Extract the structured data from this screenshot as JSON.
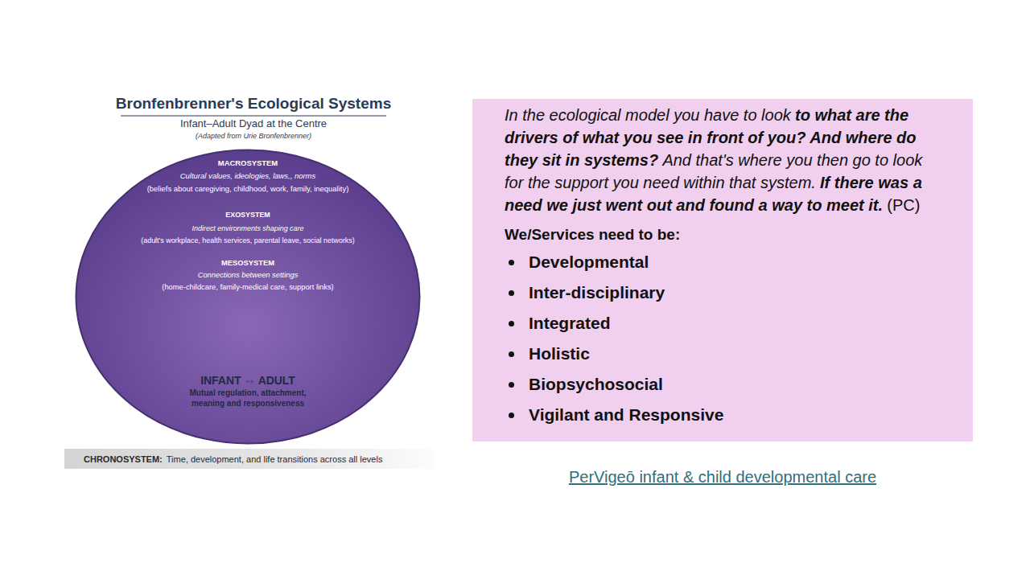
{
  "diagram": {
    "title": "Bronfenbrenner's Ecological Systems",
    "nodes": [
      {
        "text": [
          "MACROSYSTEM",
          "Cultural values, ideologies, laws,, norms",
          "(beliefs about caregiving, childhood, work, family, inequality)"
        ]
      },
      {
        "text": [
          "EXOSYSTEM",
          "Indirect environments shaping care",
          "(adult's workplace, health services, parental leave, social networks)"
        ],
        "in": 0
      },
      {
        "text": [
          "MESOSYSTEM",
          "Connections between settings",
          "(home-childcare, family-medical care, support links)"
        ],
        "in": 1
      },
      {
        "text": [
          "INFANT ⇔ ADULT",
          "Mutual regulation, attachment, meaning and responsiveness"
        ],
        "in": 2
      },
      {
        "text": [
          "CHRONOSYSTEM:",
          "Time, development, and life transitions across all levels"
        ]
      },
      {
        "text": [
          "In the ecological model you have to look",
          "to what are the drivers of what you see in front of you? And where do they sit in systems?",
          "And that's where you then go to look for the support you need within that system.",
          "If there was a need we just went out and found a way to meet it.",
          "(PC)",
          "We/Services need to be:",
          "Developmental",
          "Inter-disciplinary",
          "Integrated",
          "Holistic",
          "Biopsychosocial",
          "Vigilant and Responsive"
        ]
      }
    ],
    "labels": [
      "Infant–Adult Dyad at the Centre",
      "(Adapted from Urie Bronfenbrenner)",
      "PerVigeō infant & child developmental care"
    ]
  }
}
